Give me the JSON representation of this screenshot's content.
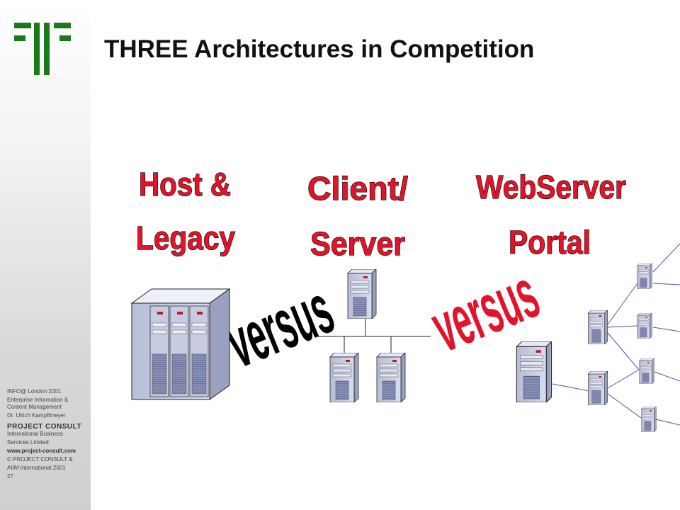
{
  "slide": {
    "title": "THREE Architectures in Competition"
  },
  "architectures": [
    {
      "line1": "Host &",
      "line2": "Legacy"
    },
    {
      "line1": "Client/",
      "line2": "Server"
    },
    {
      "line1": "WebServer",
      "line2": "Portal"
    }
  ],
  "connectors": [
    "versus",
    "versus"
  ],
  "sidebar": {
    "event": "INFO@ London 2001",
    "topic_line1": "Enterprise Information &",
    "topic_line2": "Content Management",
    "author": "Dr. Ulrich Kampffmeyer",
    "brand": "PROJECT CONSULT",
    "company_line1": "International Business",
    "company_line2": "Services Limited",
    "website": "www.project-consult.com",
    "copyright_line1": "© PROJECT CONSULT &",
    "copyright_line2": "AIIM International 2001",
    "page_number": "27"
  },
  "colors": {
    "logo_green": "#1a7a1a",
    "accent_red": "#e0142a"
  }
}
